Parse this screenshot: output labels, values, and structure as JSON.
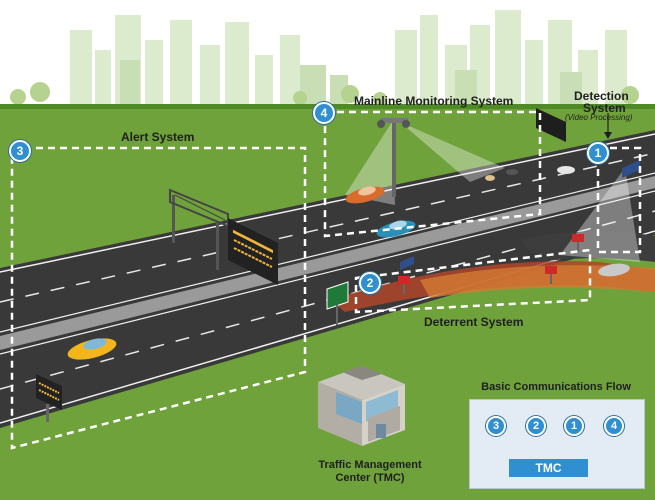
{
  "labels": {
    "mainline": "Mainline Monitoring System",
    "detection_line1": "Detection",
    "detection_line2": "System",
    "detection_sub": "(Video Processing)",
    "alert": "Alert System",
    "deterrent": "Deterrent System",
    "tmc_line1": "Traffic Management",
    "tmc_line2": "Center (TMC)"
  },
  "badges": {
    "one": "1",
    "two": "2",
    "three": "3",
    "four": "4"
  },
  "flow": {
    "title": "Basic Communications Flow",
    "tmc": "TMC",
    "n1": "1",
    "n2": "2",
    "n3": "3",
    "n4": "4"
  },
  "colors": {
    "badge": "#2f8fd0",
    "grass": "#6fa23a",
    "road": "#3a3a3a",
    "flow_bg": "#e3ecf4"
  }
}
